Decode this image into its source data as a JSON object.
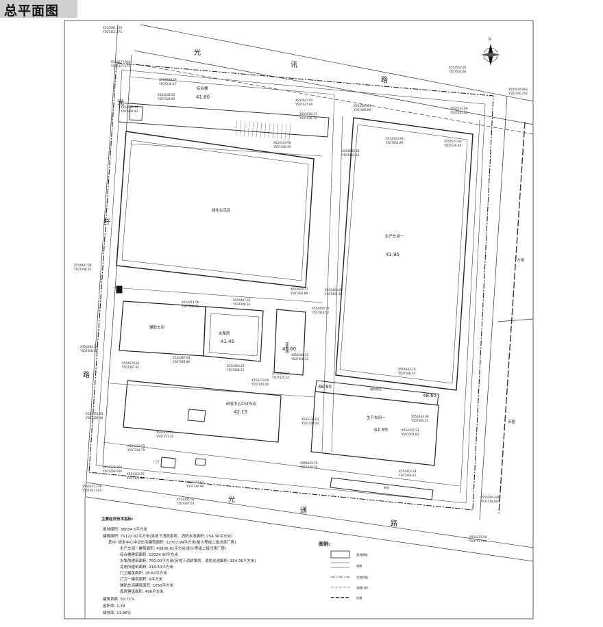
{
  "title": "总平面图",
  "roads": {
    "top_chars": [
      "光",
      "讯",
      "路"
    ],
    "left_chars": [
      "光",
      "纤",
      "路"
    ],
    "bottom_chars": [
      "光",
      "通",
      "路"
    ],
    "right_top": "力恒",
    "right_bottom": "天圆"
  },
  "buildings": {
    "zonghe": {
      "name": "综合楼",
      "elev": "41.60"
    },
    "lvhua": {
      "name": "绿化生活区"
    },
    "shengchan1": {
      "name": "生产车间一",
      "elev": "41.95"
    },
    "fuzhu": {
      "name": "辅助车间"
    },
    "shuibeng": {
      "name": "水泵房",
      "elev": "41.45"
    },
    "biandian": {
      "name": "变电所",
      "elev": "41.60"
    },
    "yanfa": {
      "name": "研发中心中试车间",
      "elev": "42.15"
    },
    "shengchan2": {
      "name": "生产车间一",
      "elev": "41.95"
    },
    "gongfu": {
      "name": "规划架空",
      "elev_left": "48.65",
      "elev_right": "48.65"
    },
    "ku": {
      "name": "库房"
    },
    "gate": {
      "name": "门卫"
    }
  },
  "coords": [
    {
      "x": "X554591.139",
      "y": "Y507312.275"
    },
    {
      "x": "X554577.818",
      "y": "Y507327.172"
    },
    {
      "x": "X554569.29",
      "y": "Y507330.17"
    },
    {
      "x": "X554542.85",
      "y": "Y507328.90"
    },
    {
      "x": "X554532.33",
      "y": "Y507334.93"
    },
    {
      "x": "X554547.04",
      "y": "Y507437.90"
    },
    {
      "x": "X554528.17",
      "y": "Y507435.74"
    },
    {
      "x": "X554545.03",
      "y": "Y507446.66"
    },
    {
      "x": "X554552.85",
      "y": "Y507502.68"
    },
    {
      "x": "X554536.892",
      "y": "Y507540.252"
    },
    {
      "x": "X554532.89",
      "y": "Y507533.62"
    },
    {
      "x": "X554524.96",
      "y": "Y507454.89"
    },
    {
      "x": "X554525.99",
      "y": "Y507526.48"
    },
    {
      "x": "X554519.98",
      "y": "Y507426.44"
    },
    {
      "x": "X554506.28",
      "y": "Y507443.28"
    },
    {
      "x": "X554447.06",
      "y": "Y507298.35"
    },
    {
      "x": "X554422.27",
      "y": "Y507404.89"
    },
    {
      "x": "X554420.89",
      "y": "Y507431.34"
    },
    {
      "x": "X554411.56",
      "y": "Y507369.61"
    },
    {
      "x": "X554407.63",
      "y": "Y507408.34"
    },
    {
      "x": "X554406.56",
      "y": "Y507419.52"
    },
    {
      "x": "X554384.14",
      "y": "Y507308.66"
    },
    {
      "x": "X554374.81",
      "y": "Y507367.91"
    },
    {
      "x": "X554367.82",
      "y": "Y507365.86"
    },
    {
      "x": "X554364.79",
      "y": "Y507508.54"
    },
    {
      "x": "X554368.55",
      "y": "Y507406.12"
    },
    {
      "x": "X554363.57",
      "y": "Y507425.15"
    },
    {
      "x": "X554364.25",
      "y": "Y507408.23"
    },
    {
      "x": "X554373.00",
      "y": "Y507415.00"
    },
    {
      "x": "X554351.88",
      "y": "Y507305.98"
    },
    {
      "x": "X554334.21",
      "y": "Y507351.30"
    },
    {
      "x": "X554336.62",
      "y": "Y507438.04"
    },
    {
      "x": "X554334.96",
      "y": "Y507505.31"
    },
    {
      "x": "X554327.52",
      "y": "Y507501.83"
    },
    {
      "x": "X554322.92",
      "y": "Y507354.79"
    },
    {
      "x": "X554325.76",
      "y": "Y507419.70"
    },
    {
      "x": "X554324.866",
      "y": "Y507296.549"
    },
    {
      "x": "X554318.78",
      "y": "Y507323.96"
    },
    {
      "x": "X554314.34",
      "y": "Y507364.62"
    },
    {
      "x": "X554317.63",
      "y": "Y507340.98"
    },
    {
      "x": "X554305.58",
      "y": "Y507347.03"
    },
    {
      "x": "X554315.139",
      "y": "Y507297.519"
    },
    {
      "x": "X554299.346",
      "y": "Y507518.693"
    },
    {
      "x": "X554276.58",
      "y": "Y507517.94"
    }
  ],
  "stats": {
    "heading": "主要经济技术指标:",
    "lines": [
      "用地面积: 36834.5平方米",
      "建筑面积: 71122.82平方米(另地下消防泵房、消防水池面积: 254.36平方米)",
      "其中: 研发中心中试车间建筑面积: 12707.99平方米(耐火等级二级戊类厂房)",
      "生产车间一建筑面积: 43836.61平方米(耐火等级二级戊类厂房)",
      "综合楼建筑面积: 12024.90平方米",
      "水泵房建筑面积: 750.00平方米(另地下消防泵房、消防水池面积: 254.36平方米)",
      "变电所建筑面积: 216.50平方米",
      "门卫建筑面积: 28.82平方米",
      "门卫一建筑面积: 9平方米",
      "辅助车间建筑面积: 1050平方米",
      "库房建筑面积: 496平方米",
      "建筑系数: 50.71%",
      "容积率: 1.29",
      "绿地率: 11.86%"
    ]
  },
  "legend": {
    "title": "图例:",
    "items": [
      "规划建筑",
      "道路",
      "用地界限",
      "道路红线",
      "挡墙"
    ]
  },
  "north": "N"
}
